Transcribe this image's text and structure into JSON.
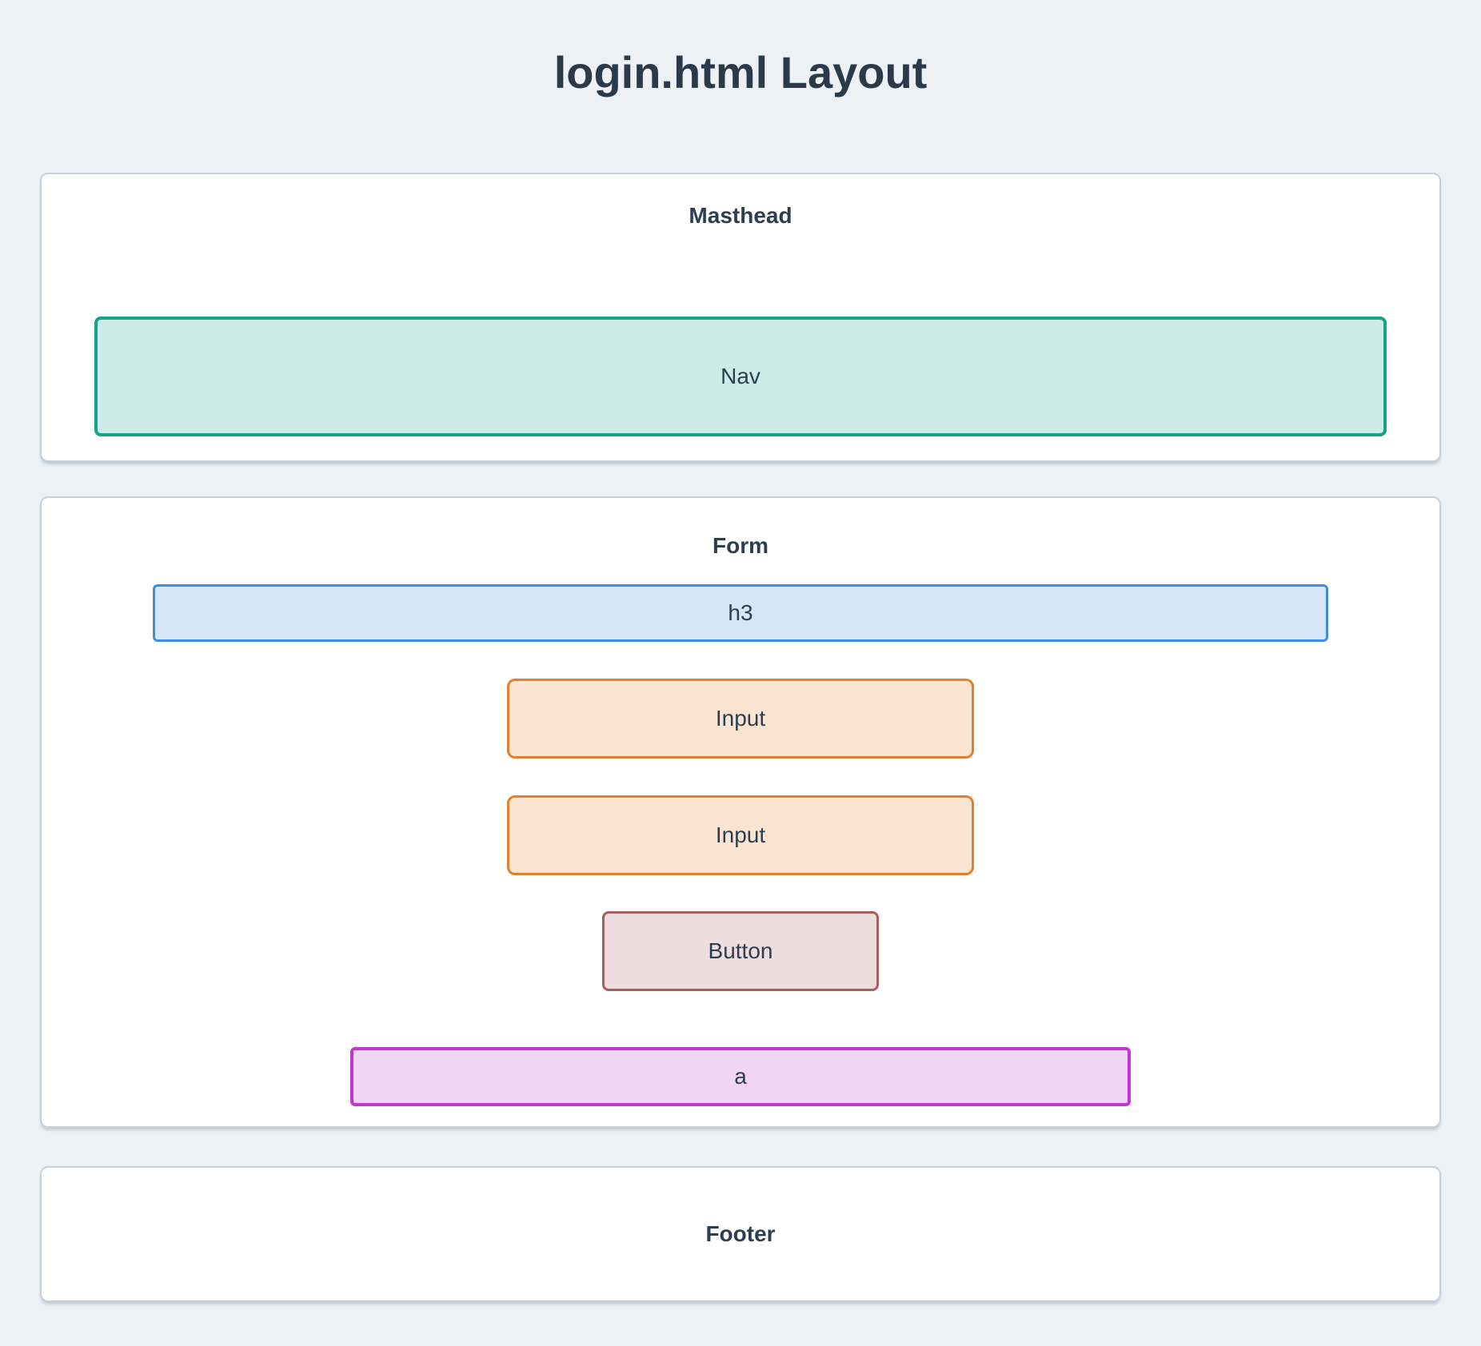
{
  "page_title": "login.html Layout",
  "theme": {
    "page_bg": "#edf1f6",
    "card_bg": "#ffffff",
    "card_border": "#c5d0da",
    "text_color": "#2c3e50"
  },
  "sections": [
    {
      "label": "Masthead",
      "boxes": [
        {
          "label": "Nav",
          "border_color": "#17a28c",
          "bg_color": "#cdebe7"
        }
      ]
    },
    {
      "label": "Form",
      "boxes": [
        {
          "label": "h3",
          "border_color": "#3d8de2",
          "bg_color": "#d5e6f8"
        },
        {
          "label": "Input",
          "border_color": "#e2802c",
          "bg_color": "#fbe5d2"
        },
        {
          "label": "Input",
          "border_color": "#e2802c",
          "bg_color": "#fbe5d2"
        },
        {
          "label": "Button",
          "border_color": "#a95f5f",
          "bg_color": "#eddddc"
        },
        {
          "label": "a",
          "border_color": "#c136d4",
          "bg_color": "#f0d5f6"
        }
      ]
    },
    {
      "label": "Footer",
      "boxes": []
    }
  ]
}
